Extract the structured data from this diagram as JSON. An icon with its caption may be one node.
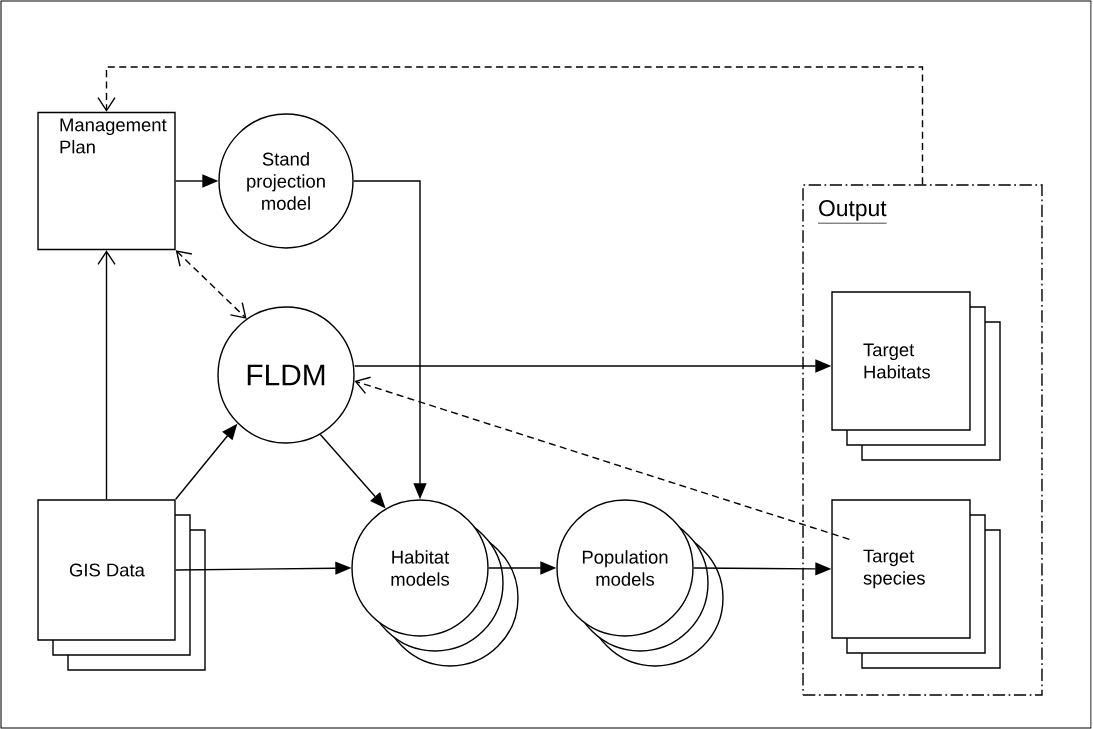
{
  "diagram": {
    "nodes": [
      {
        "text": [
          "Management Plan"
        ]
      },
      {
        "text": [
          "Stand projection model"
        ]
      },
      {
        "text": [
          "Output"
        ]
      },
      {
        "text": [
          "FLDM"
        ]
      },
      {
        "text": [
          "Target Habitats"
        ],
        "in": 2
      },
      {
        "text": [
          "GIS Data"
        ]
      },
      {
        "text": [
          "Habitat models"
        ]
      },
      {
        "text": [
          "Population models"
        ]
      },
      {
        "text": [
          "Target species"
        ],
        "in": 2
      }
    ],
    "edges": [
      {
        "from": 2,
        "to": 0,
        "arrow": "to",
        "style": "dashed"
      },
      {
        "from": 0,
        "to": 1,
        "arrow": "to"
      },
      {
        "from": 5,
        "to": 0,
        "arrow": "to"
      },
      {
        "from": 0,
        "to": 3,
        "arrow": "both",
        "style": "dashed"
      },
      {
        "from": 5,
        "to": 3,
        "arrow": "to"
      },
      {
        "from": 3,
        "to": 4,
        "arrow": "to"
      },
      {
        "from": 8,
        "to": 3,
        "arrow": "to",
        "style": "dashed"
      },
      {
        "from": 1,
        "to": 6,
        "arrow": "to"
      },
      {
        "from": 3,
        "to": 6,
        "arrow": "to"
      },
      {
        "from": 5,
        "to": 6,
        "arrow": "to"
      },
      {
        "from": 6,
        "to": 7,
        "arrow": "to"
      },
      {
        "from": 7,
        "to": 8,
        "arrow": "to"
      }
    ]
  }
}
